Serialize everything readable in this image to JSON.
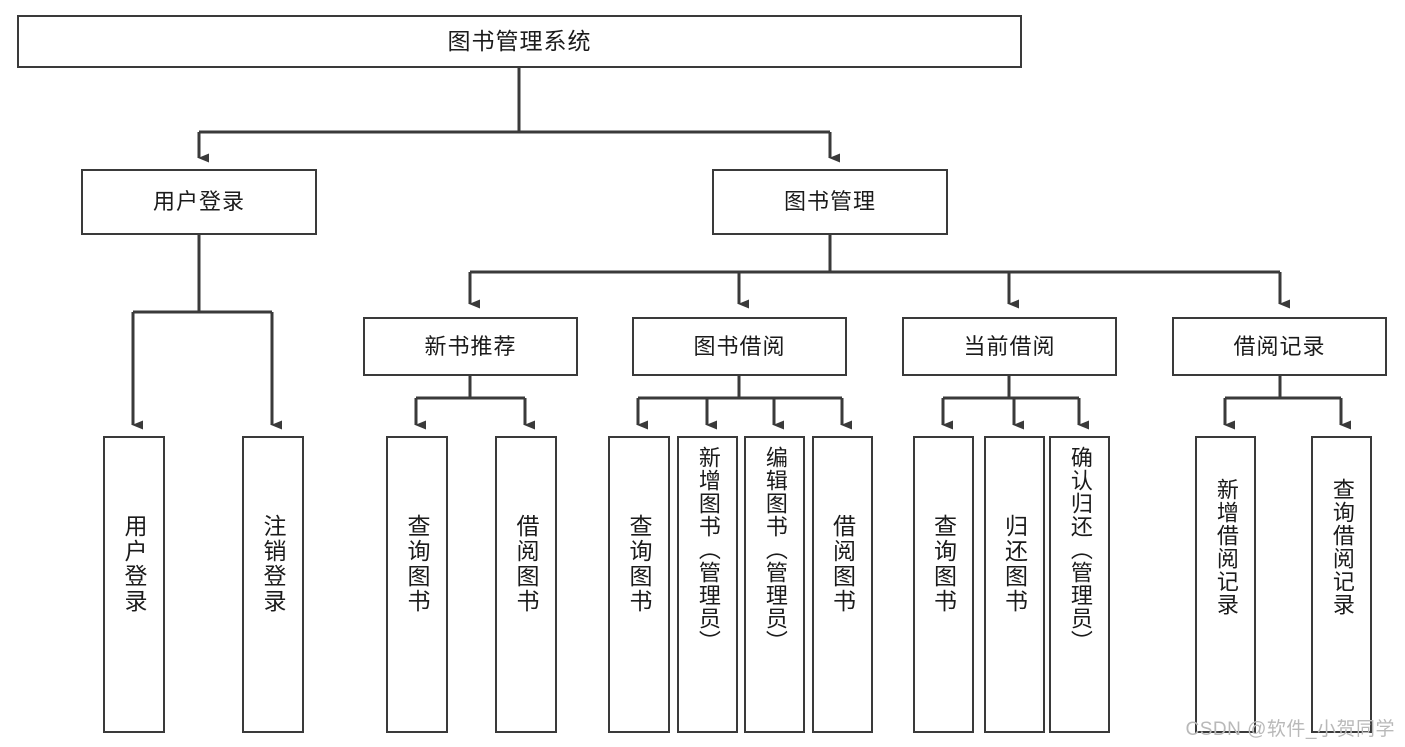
{
  "diagram": {
    "title": "图书管理系统",
    "type": "hierarchy-tree",
    "watermark": "CSDN @软件_小贺同学",
    "accent_color": "#3a3a3a",
    "background_color": "#ffffff",
    "text_color": "#1b1b1b",
    "nodes": {
      "root": {
        "label": "图书管理系统",
        "level": 1
      },
      "l2": [
        {
          "id": "user-login",
          "label": "用户登录",
          "level": 2
        },
        {
          "id": "book-manage",
          "label": "图书管理",
          "level": 2
        }
      ],
      "l3": [
        {
          "id": "new-book-rec",
          "label": "新书推荐",
          "level": 3,
          "parent": "book-manage"
        },
        {
          "id": "book-borrow",
          "label": "图书借阅",
          "level": 3,
          "parent": "book-manage"
        },
        {
          "id": "current-borrow",
          "label": "当前借阅",
          "level": 3,
          "parent": "book-manage"
        },
        {
          "id": "borrow-record",
          "label": "借阅记录",
          "level": 3,
          "parent": "book-manage"
        }
      ],
      "leaves": [
        {
          "id": "leaf-user-login",
          "label": "用户登录",
          "parent": "user-login"
        },
        {
          "id": "leaf-user-logout",
          "label": "注销登录",
          "parent": "user-login"
        },
        {
          "id": "leaf-query-book-1",
          "label": "查询图书",
          "parent": "new-book-rec"
        },
        {
          "id": "leaf-borrow-book-1",
          "label": "借阅图书",
          "parent": "new-book-rec"
        },
        {
          "id": "leaf-query-book-2",
          "label": "查询图书",
          "parent": "book-borrow"
        },
        {
          "id": "leaf-add-book",
          "label": "新增图书（管理员）",
          "parent": "book-borrow"
        },
        {
          "id": "leaf-edit-book",
          "label": "编辑图书（管理员）",
          "parent": "book-borrow"
        },
        {
          "id": "leaf-borrow-book-2",
          "label": "借阅图书",
          "parent": "book-borrow"
        },
        {
          "id": "leaf-query-book-3",
          "label": "查询图书",
          "parent": "current-borrow"
        },
        {
          "id": "leaf-return-book",
          "label": "归还图书",
          "parent": "current-borrow"
        },
        {
          "id": "leaf-confirm-return",
          "label": "确认归还（管理员）",
          "parent": "current-borrow"
        },
        {
          "id": "leaf-add-record",
          "label": "新增借阅记录",
          "parent": "borrow-record"
        },
        {
          "id": "leaf-query-record",
          "label": "查询借阅记录",
          "parent": "borrow-record"
        }
      ]
    }
  }
}
